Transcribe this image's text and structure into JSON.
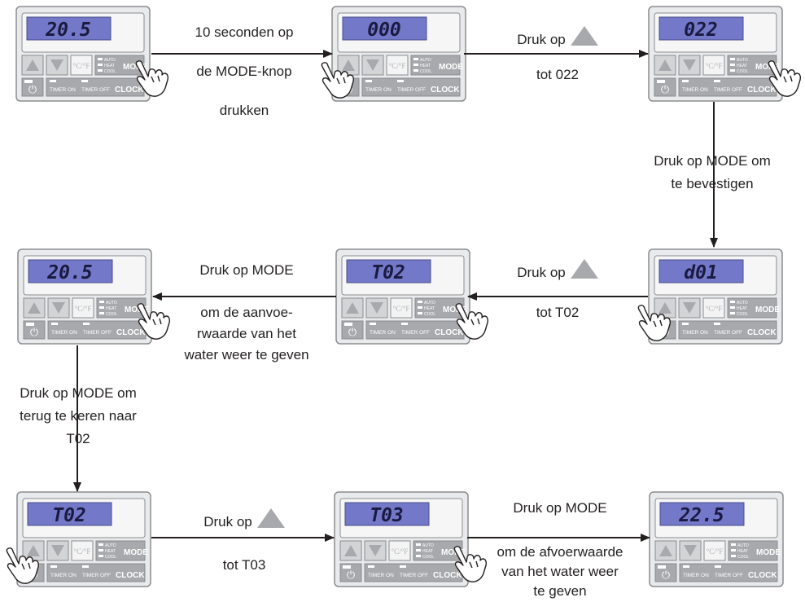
{
  "colors": {
    "lcd": "#7378c8",
    "lcd_text": "#1a1a40",
    "panel": "#e9eaec",
    "panel_border": "#8a8c8f",
    "button": "#a7a9ac",
    "arrow": "#231f20"
  },
  "icons": {
    "press": "pointing-hand-icon",
    "up": "up-triangle-icon"
  },
  "panel_text": {
    "c_f": "°C/°F",
    "auto": "AUTO",
    "heat": "HEAT",
    "cool": "COOL",
    "mode": "MODE",
    "power": "⏻",
    "timer_on": "TIMER ON",
    "timer_off": "TIMER OFF",
    "clock": "CLOCK"
  },
  "panels": [
    {
      "display": "20.5",
      "pressed": "mode"
    },
    {
      "display": "000",
      "pressed": "up"
    },
    {
      "display": "022",
      "pressed": "mode"
    },
    {
      "display": "d01",
      "pressed": "up"
    },
    {
      "display": "T02",
      "pressed": "mode"
    },
    {
      "display": "20.5",
      "pressed": "mode"
    },
    {
      "display": "T02",
      "pressed": "up"
    },
    {
      "display": "T03",
      "pressed": "mode"
    },
    {
      "display": "22.5",
      "pressed": ""
    }
  ],
  "steps": {
    "s1_line1": "10 seconden op",
    "s1_line2": "de MODE-knop",
    "s1_line3": "drukken",
    "s2_line1": "Druk op",
    "s2_line2": "tot 022",
    "s3_line1": "Druk op MODE om",
    "s3_line2": "te bevestigen",
    "s4_line1": "Druk op",
    "s4_line2": "tot T02",
    "s5_line1": "Druk op MODE",
    "s5_line2": "om de aanvoe-",
    "s5_line3": "rwaarde van het",
    "s5_line4": "water weer te geven",
    "s6_line1": "Druk op MODE om",
    "s6_line2": "terug te keren naar",
    "s6_line3": "T02",
    "s7_line1": "Druk op",
    "s7_line2": "tot T03",
    "s8_line1": "Druk op MODE",
    "s8_line2": "om de afvoerwaarde",
    "s8_line3": "van het water weer",
    "s8_line4": "te geven"
  }
}
